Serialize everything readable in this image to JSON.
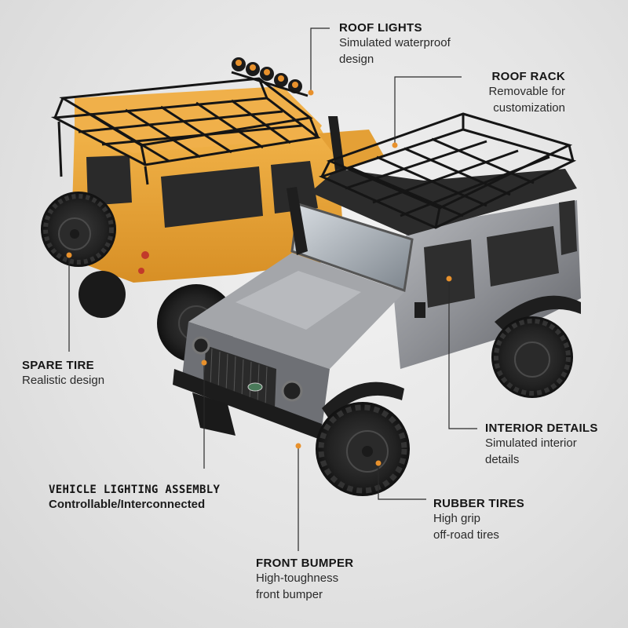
{
  "callouts": {
    "roof_lights": {
      "title": "ROOF LIGHTS",
      "lines": [
        "Simulated waterproof",
        "design"
      ]
    },
    "roof_rack": {
      "title": "ROOF RACK",
      "lines": [
        "Removable for",
        "customization"
      ]
    },
    "spare_tire": {
      "title": "SPARE TIRE",
      "lines": [
        "Realistic design"
      ]
    },
    "lighting": {
      "title": "VEHICLE LIGHTING ASSEMBLY",
      "lines": [
        "Controllable/Interconnected"
      ]
    },
    "interior": {
      "title": "INTERIOR DETAILS",
      "lines": [
        "Simulated interior",
        "details"
      ]
    },
    "rubber_tires": {
      "title": "RUBBER TIRES",
      "lines": [
        "High grip",
        "off-road tires"
      ]
    },
    "front_bumper": {
      "title": "FRONT BUMPER",
      "lines": [
        "High-toughness",
        "front bumper"
      ]
    }
  },
  "colors": {
    "yellow_body": "#e9a53a",
    "grey_body": "#8d8f93",
    "rack": "#1a1a1a",
    "accent_dot": "#e8912c"
  }
}
